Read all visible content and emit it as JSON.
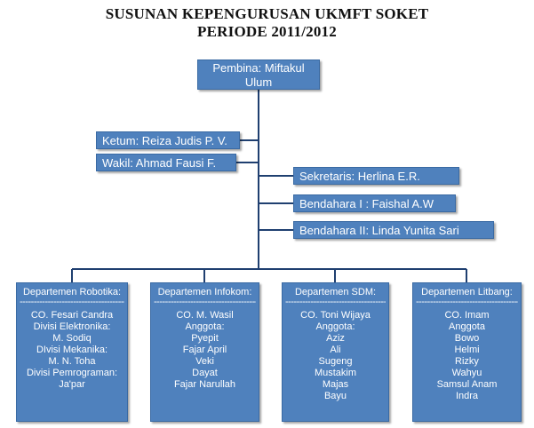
{
  "title": {
    "line1": "SUSUNAN KEPENGURUSAN UKMFT SOKET",
    "line2": "PERIODE 2011/2012"
  },
  "top": {
    "pembina": "Pembina: Miftakul Ulum",
    "ketum": "Ketum: Reiza Judis P. V.",
    "wakil": "Wakil: Ahmad Fausi F.",
    "sekretaris": "Sekretaris: Herlina E.R.",
    "bendahara1": "Bendahara I : Faishal A.W",
    "bendahara2": "Bendahara II: Linda Yunita Sari"
  },
  "departments": [
    {
      "name": "Departemen Robotika:",
      "separator": "-------------------------------------------",
      "members": [
        "CO. Fesari Candra",
        "Divisi Elektronika:",
        "M. Sodiq",
        "DIvisi Mekanika:",
        "M. N. Toha",
        "Divisi Pemrograman:",
        "Ja'par"
      ]
    },
    {
      "name": "Departemen Infokom:",
      "separator": "-------------------------------------------",
      "members": [
        "CO. M. Wasil",
        "Anggota:",
        "Pyepit",
        "Fajar April",
        "Veki",
        "Dayat",
        "Fajar Narullah"
      ]
    },
    {
      "name": "Departemen SDM:",
      "separator": "-------------------------------------------",
      "members": [
        "CO. Toni Wijaya",
        "Anggota:",
        "Aziz",
        "Ali",
        "Sugeng",
        "Mustakim",
        "Majas",
        "Bayu"
      ]
    },
    {
      "name": "Departemen Litbang:",
      "separator": "-------------------------------------------",
      "members": [
        "CO. Imam",
        "Anggota",
        "Bowo",
        "Helmi",
        "Rizky",
        "Wahyu",
        "Samsul Anam",
        "Indra"
      ]
    }
  ],
  "colors": {
    "box": "#4f81bd",
    "line": "#1f3f70",
    "text": "#ffffff"
  }
}
